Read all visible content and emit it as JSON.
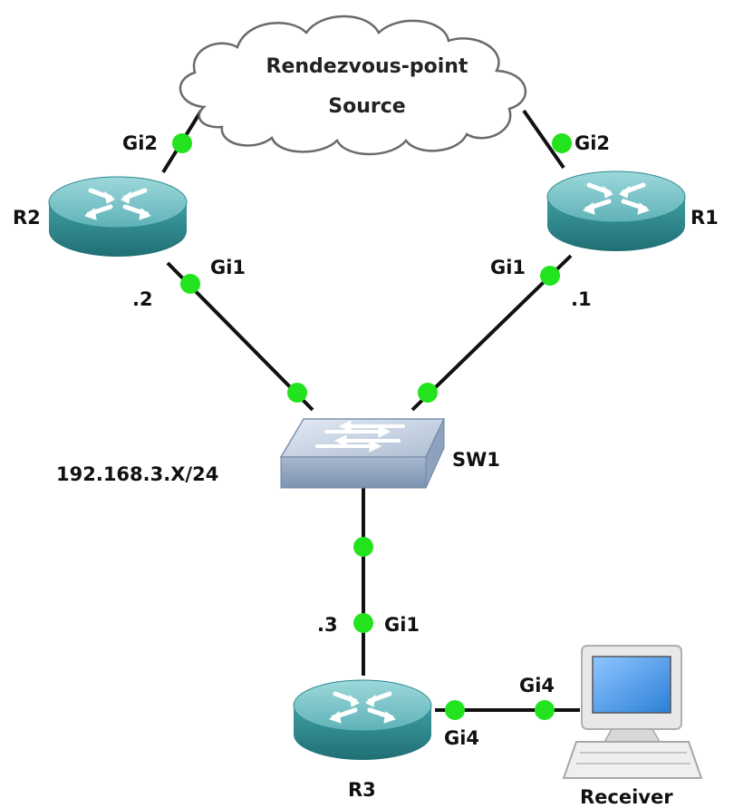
{
  "colors": {
    "link": "#111111",
    "port_dot": "#22e31e",
    "router_top": "#79c3c7",
    "router_side": "#2a8a8f",
    "switch_top": "#c9d6e6",
    "switch_side": "#8fa4be",
    "cloud_fill": "#ffffff",
    "cloud_stroke": "#666666"
  },
  "cloud": {
    "line1": "Rendezvous-point",
    "line2": "Source"
  },
  "devices": {
    "r1": {
      "name": "R1",
      "icon": "router-icon"
    },
    "r2": {
      "name": "R2",
      "icon": "router-icon"
    },
    "r3": {
      "name": "R3",
      "icon": "router-icon"
    },
    "sw1": {
      "name": "SW1",
      "icon": "switch-icon"
    },
    "receiver": {
      "name": "Receiver",
      "icon": "computer-icon"
    }
  },
  "subnet": "192.168.3.X/24",
  "interfaces": {
    "r2_gi2": "Gi2",
    "r1_gi2": "Gi2",
    "r2_gi1": "Gi1",
    "r1_gi1": "Gi1",
    "r3_gi1": "Gi1",
    "r3_gi4": "Gi4",
    "receiver_gi4": "Gi4"
  },
  "host_ids": {
    "r2": ".2",
    "r1": ".1",
    "r3": ".3"
  }
}
